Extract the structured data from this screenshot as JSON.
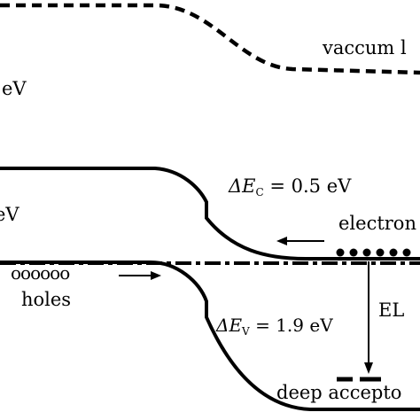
{
  "labels": {
    "vacuum": "vaccum l",
    "ev_left_top": "eV",
    "ev_left_mid": "eV",
    "delta_ec_symbol": "ΔE",
    "delta_ec_sub": "C",
    "delta_ec_value": " = 0.5 eV",
    "electrons": "electron",
    "holes_symbols": "oooooo",
    "holes": "holes",
    "delta_ev_symbol": "ΔE",
    "delta_ev_sub": "V",
    "delta_ev_value": " = 1.9 eV",
    "el": "EL",
    "deep_acceptor": "deep accepto"
  }
}
